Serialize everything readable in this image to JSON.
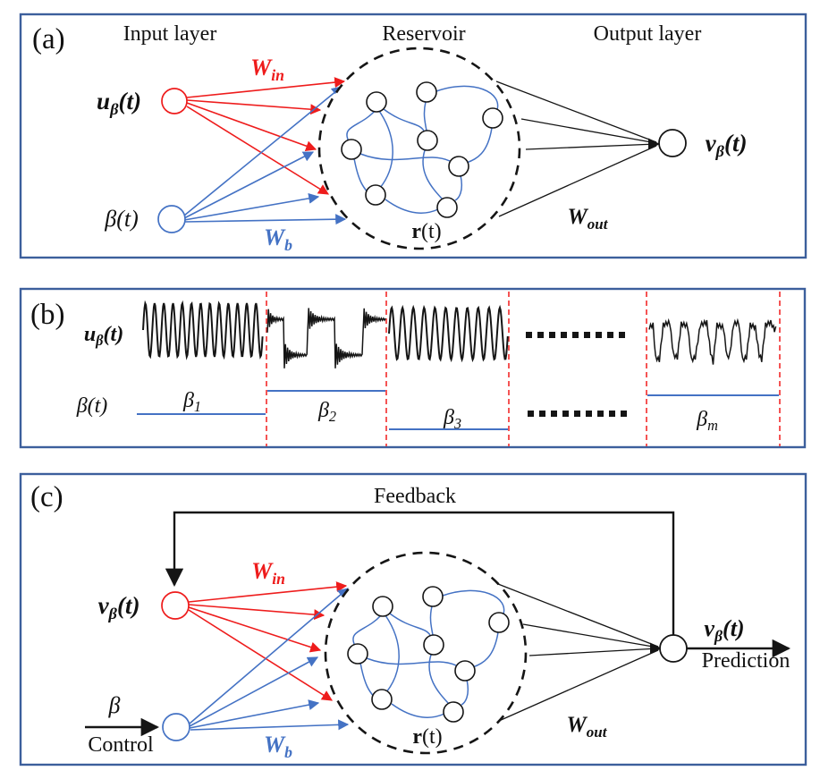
{
  "figure": {
    "description_colors": {
      "panel_border": "#3c5f9c",
      "input_weight_red": "#ee1c1c",
      "bias_weight_blue": "#4472c4",
      "segment_divider_red": "#f44141",
      "line_black": "#151515"
    },
    "panels": {
      "a": {
        "tag": "(a)",
        "input_layer_title": "Input layer",
        "reservoir_title": "Reservoir",
        "output_layer_title": "Output layer",
        "u": {
          "main": "u",
          "sub": "β",
          "rest": "(t)"
        },
        "beta": {
          "main": "β",
          "rest": "(t)"
        },
        "w_in": {
          "main": "W",
          "sub": "in"
        },
        "w_b": {
          "main": "W",
          "sub": "b"
        },
        "w_out": {
          "main": "W",
          "sub": "out"
        },
        "v": {
          "main": "v",
          "sub": "β",
          "rest": "(t)"
        },
        "r": {
          "main": "r",
          "rest": "(t)"
        }
      },
      "b": {
        "tag": "(b)",
        "u": {
          "main": "u",
          "sub": "β",
          "rest": "(t)"
        },
        "beta": {
          "main": "β",
          "rest": "(t)"
        },
        "segments": [
          {
            "type": "sine",
            "label": {
              "main": "β",
              "sub": "1"
            }
          },
          {
            "type": "square",
            "label": {
              "main": "β",
              "sub": "2"
            }
          },
          {
            "type": "sine",
            "label": {
              "main": "β",
              "sub": "3"
            }
          },
          {
            "type": "ellipsis"
          },
          {
            "type": "chaotic",
            "label": {
              "main": "β",
              "sub": "m"
            }
          }
        ]
      },
      "c": {
        "tag": "(c)",
        "feedback": "Feedback",
        "control": "Control",
        "prediction": "Prediction",
        "beta_in": {
          "main": "β"
        },
        "v_in": {
          "main": "v",
          "sub": "β",
          "rest": "(t)"
        },
        "w_in": {
          "main": "W",
          "sub": "in"
        },
        "w_b": {
          "main": "W",
          "sub": "b"
        },
        "w_out": {
          "main": "W",
          "sub": "out"
        },
        "v_out": {
          "main": "v",
          "sub": "β",
          "rest": "(t)"
        },
        "r": {
          "main": "r",
          "rest": "(t)"
        }
      }
    }
  }
}
